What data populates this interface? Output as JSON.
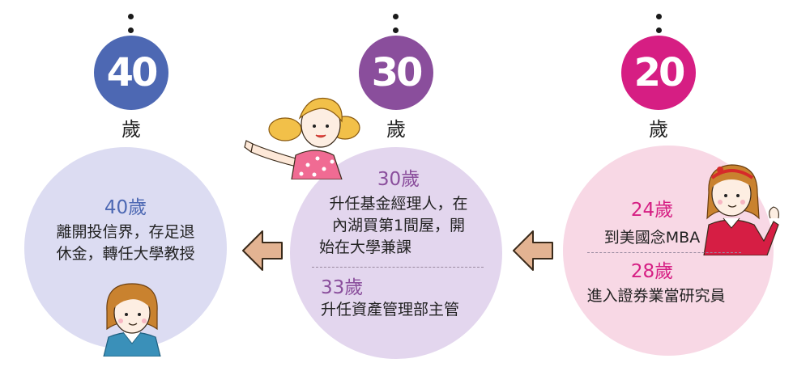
{
  "stages": [
    {
      "badge_number": "40",
      "badge_unit": "歲",
      "badge_color": "#4d68b3",
      "entries": [
        {
          "age": "40歲",
          "text_lines": [
            "離開投信界，存足退",
            "休金，轉任大學教授"
          ]
        }
      ]
    },
    {
      "badge_number": "30",
      "badge_unit": "歲",
      "badge_color": "#8a4e9c",
      "entries": [
        {
          "age": "30歲",
          "text_lines": [
            "升任基金經理人，在",
            "內湖買第1間屋，開",
            "始在大學兼課"
          ]
        },
        {
          "age": "33歲",
          "text_lines": [
            "升任資產管理部主管"
          ]
        }
      ]
    },
    {
      "badge_number": "20",
      "badge_unit": "歲",
      "badge_color": "#d61e83",
      "entries": [
        {
          "age": "24歲",
          "text_lines": [
            "到美國念MBA"
          ]
        },
        {
          "age": "28歲",
          "text_lines": [
            "進入證券業當研究員"
          ]
        }
      ]
    }
  ],
  "icons": [
    "arrow-left-icon",
    "woman-short-hair-illustration",
    "girl-pigtails-illustration",
    "woman-headband-illustration"
  ]
}
